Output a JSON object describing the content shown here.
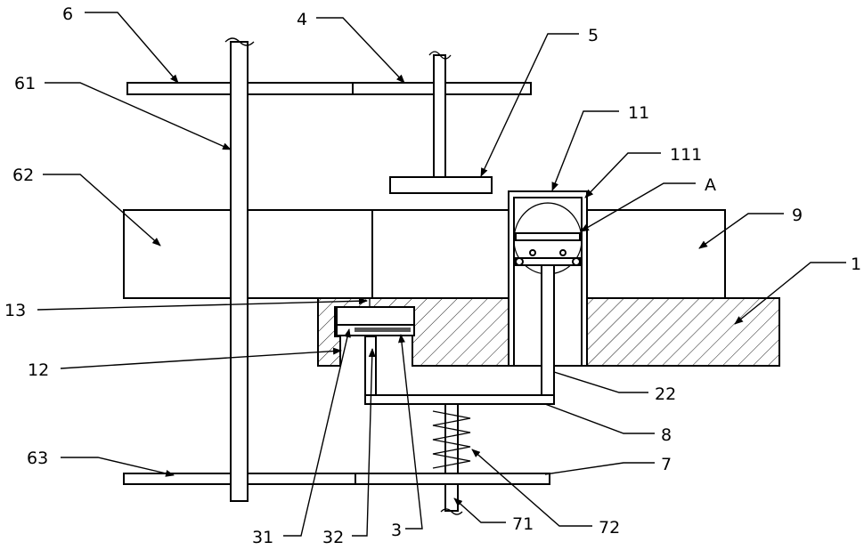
{
  "labels": {
    "l6": "6",
    "l4": "4",
    "l5": "5",
    "l61": "61",
    "l11": "11",
    "l111": "111",
    "lA": "A",
    "l62": "62",
    "l9": "9",
    "l1": "1",
    "l13": "13",
    "l12": "12",
    "l22": "22",
    "l8": "8",
    "l63": "63",
    "l7": "7",
    "l31": "31",
    "l32": "32",
    "l3": "3",
    "l71": "71",
    "l72": "72"
  }
}
